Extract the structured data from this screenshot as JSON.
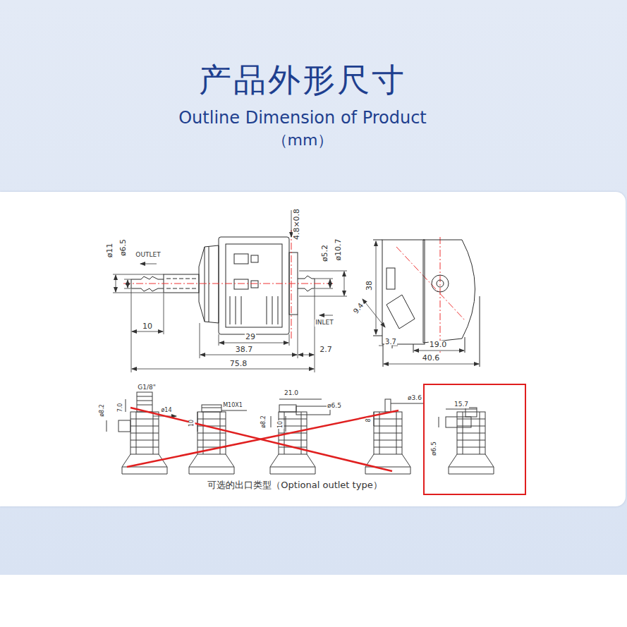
{
  "diagram": {
    "title": "产品外形尺寸",
    "nodes": [
      {
        "text": [
          "15.7",
          "ø6.5"
        ]
      }
    ],
    "labels": [
      "Outline Dimension of Product",
      "（mm）",
      "OUTLET",
      "INLET",
      "ø11",
      "ø6.5",
      "4.8×0.8",
      "ø5.2",
      "ø10.7",
      "10",
      "29",
      "38.7",
      "2.7",
      "75.8",
      "38",
      "9.4",
      "3.7",
      "19.0",
      "40.6",
      "G1/8\"",
      "7.0",
      "ø8.2",
      "ø14",
      "M10X1",
      "10",
      "21.0",
      "ø6.5",
      "ø8.2",
      "10",
      "8",
      "ø3.6",
      "可选的出口类型（Optional outlet type）"
    ]
  }
}
